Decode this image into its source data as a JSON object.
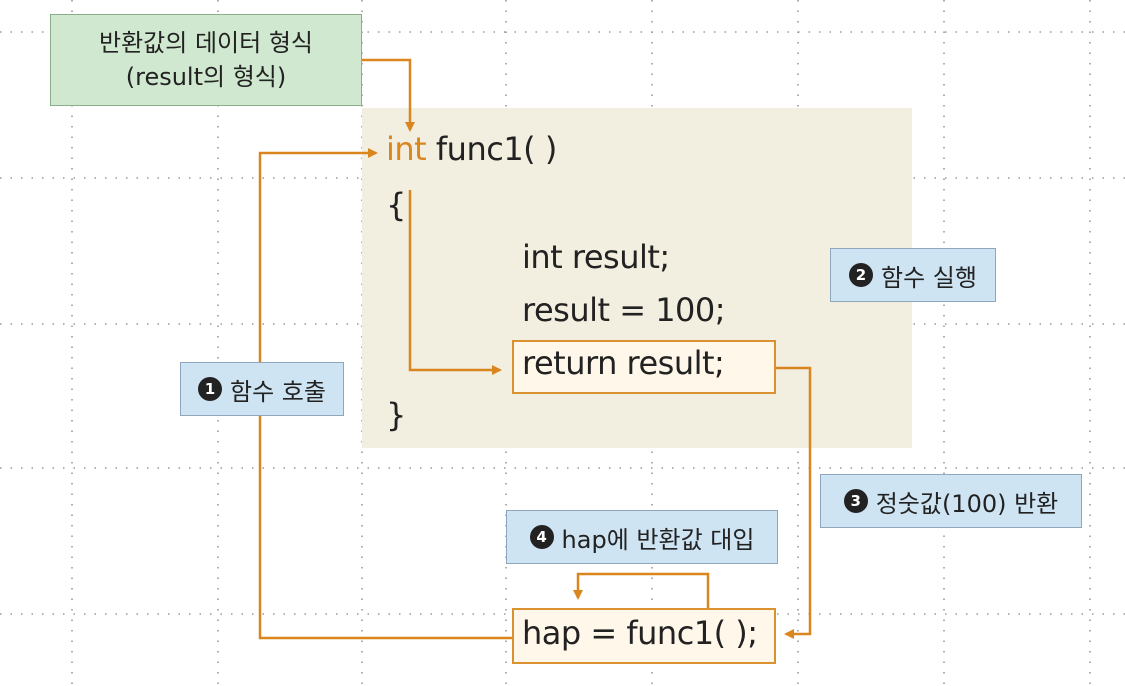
{
  "type_label": {
    "line1": "반환값의 데이터 형식",
    "line2": "(result의 형식)"
  },
  "code": {
    "func_type": "int",
    "func_name": " func1( )",
    "open_brace": "{",
    "line_decl": "int result;",
    "line_assign": "result = 100;",
    "line_return": "return result;",
    "close_brace": "}",
    "call_line": "hap = func1( );"
  },
  "steps": [
    {
      "number": "1",
      "label": "함수 호출"
    },
    {
      "number": "2",
      "label": "함수 실행"
    },
    {
      "number": "3",
      "label": "정숫값(100) 반환"
    },
    {
      "number": "4",
      "label": "hap에 반환값 대입"
    }
  ],
  "colors": {
    "arrow": "#d9861f",
    "step_box": "#cfe4f3",
    "type_box": "#cfe8cf",
    "code_panel": "#f3efe0"
  }
}
